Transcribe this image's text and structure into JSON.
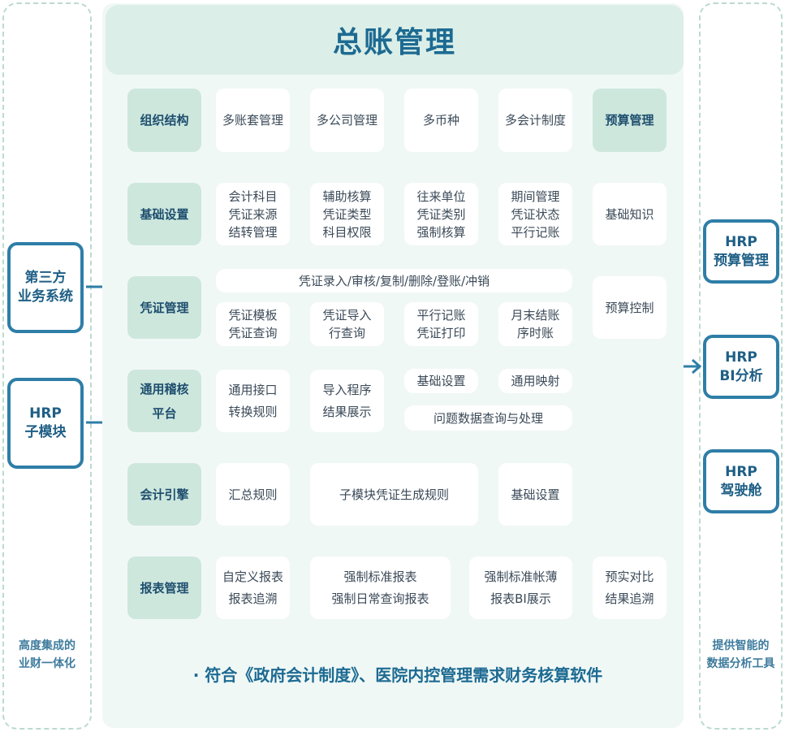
{
  "title": "总账管理",
  "left": {
    "boxes": [
      "第三方\n业务系统",
      "HRP\n子模块"
    ],
    "caption": "高度集成的\n业财一体化"
  },
  "right": {
    "boxes": [
      "HRP\n预算管理",
      "HRP\nBI分析",
      "HRP\n驾驶舱"
    ],
    "caption": "提供智能的\n数据分析工具"
  },
  "rows": {
    "org": {
      "label": "组织结构",
      "items": [
        "多账套管理",
        "多公司管理",
        "多币种",
        "多会计制度",
        "预算管理"
      ]
    },
    "basic": {
      "label": "基础设置",
      "items": [
        "会计科目\n凭证来源\n结转管理",
        "辅助核算\n凭证类型\n科目权限",
        "往来单位\n凭证类别\n强制核算",
        "期间管理\n凭证状态\n平行记账",
        "基础知识"
      ]
    },
    "voucher": {
      "label": "凭证管理",
      "top": "凭证录入/审核/复制/删除/登账/冲销",
      "items": [
        "凭证模板\n凭证查询",
        "凭证导入\n行查询",
        "平行记账\n凭证打印",
        "月末结账\n序时账"
      ],
      "side": "预算控制"
    },
    "audit": {
      "label": "通用稽核\n平台",
      "items": [
        "通用接口\n转换规则",
        "导入程序\n结果展示",
        "基础设置",
        "通用映射",
        "问题数据查询与处理"
      ]
    },
    "engine": {
      "label": "会计引擎",
      "items": [
        "汇总规则",
        "子模块凭证生成规则",
        "基础设置"
      ]
    },
    "report": {
      "label": "报表管理",
      "items": [
        "自定义报表\n报表追溯",
        "强制标准报表\n强制日常查询报表",
        "强制标准帐薄\n报表BI展示",
        "预实对比\n结果追溯"
      ]
    }
  },
  "footer": "· 符合《政府会计制度》、医院内控管理需求财务核算软件",
  "colors": {
    "accent": "#1c6a92",
    "box_border": "#2e7ea7",
    "category": "#cde7dd",
    "panel": "#f0f8f6"
  }
}
